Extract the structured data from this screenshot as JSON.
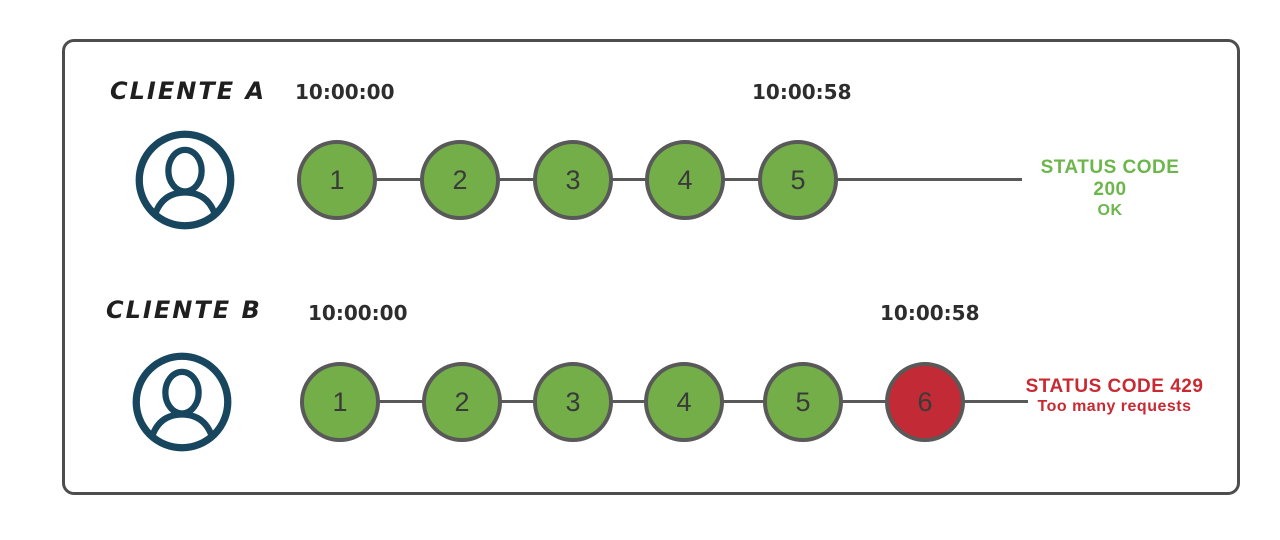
{
  "colors": {
    "frame_border": "#4d4d4d",
    "line_color": "#595959",
    "circle_border": "#595959",
    "green_fill": "#74ae49",
    "red_fill": "#c22a35",
    "green_text": "#6cb64b",
    "red_text": "#c92932",
    "dark_text": "#2d2d2d",
    "number_text": "#3a3a3a",
    "avatar_color": "#17465e"
  },
  "rows": [
    {
      "client_label": "CLIENTE A",
      "start_time": "10:00:00",
      "end_time": "10:00:58",
      "requests": [
        {
          "label": "1",
          "state": "ok"
        },
        {
          "label": "2",
          "state": "ok"
        },
        {
          "label": "3",
          "state": "ok"
        },
        {
          "label": "4",
          "state": "ok"
        },
        {
          "label": "5",
          "state": "ok"
        }
      ],
      "status_line1": "STATUS CODE 200",
      "status_line2": "OK"
    },
    {
      "client_label": "CLIENTE B",
      "start_time": "10:00:00",
      "end_time": "10:00:58",
      "requests": [
        {
          "label": "1",
          "state": "ok"
        },
        {
          "label": "2",
          "state": "ok"
        },
        {
          "label": "3",
          "state": "ok"
        },
        {
          "label": "4",
          "state": "ok"
        },
        {
          "label": "5",
          "state": "ok"
        },
        {
          "label": "6",
          "state": "rate_limited"
        }
      ],
      "status_line1": "STATUS CODE 429",
      "status_line2": "Too many requests"
    }
  ]
}
